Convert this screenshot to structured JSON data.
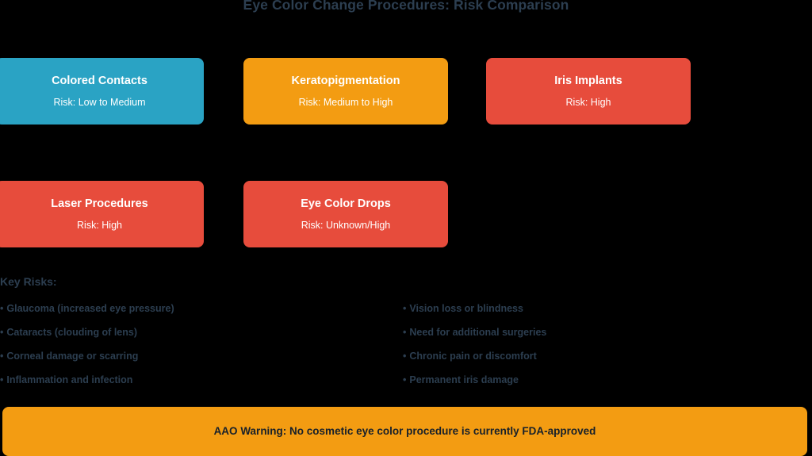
{
  "chart_data": {
    "type": "table",
    "title": "Eye Color Change Procedures: Risk Comparison",
    "categories": [
      "Colored Contacts",
      "Keratopigmentation",
      "Iris Implants",
      "Laser Procedures",
      "Eye Color Drops"
    ],
    "values": [
      "Risk: Low to Medium",
      "Risk: Medium to High",
      "Risk: High",
      "Risk: High",
      "Risk: Unknown/High"
    ],
    "legend": [
      {
        "label": "Low to Medium",
        "color": "#2aa3c4"
      },
      {
        "label": "Medium to High",
        "color": "#f39c12"
      },
      {
        "label": "High",
        "color": "#e74c3c"
      }
    ],
    "xlabel": "",
    "ylabel": "",
    "grid": false
  },
  "title": "Eye Color Change Procedures: Risk Comparison",
  "colors": {
    "background": "#000000",
    "title_text": "#2c3e50",
    "teal": "#2aa3c4",
    "orange": "#f39c12",
    "red": "#e74c3c",
    "card_text": "#ffffff",
    "risk_text": "#2c3e50",
    "banner_text": "#17202a"
  },
  "cards": [
    {
      "name": "Colored Contacts",
      "risk": "Risk: Low to Medium",
      "color": "#2aa3c4"
    },
    {
      "name": "Keratopigmentation",
      "risk": "Risk: Medium to High",
      "color": "#f39c12"
    },
    {
      "name": "Iris Implants",
      "risk": "Risk: High",
      "color": "#e74c3c"
    },
    {
      "name": "Laser Procedures",
      "risk": "Risk: High",
      "color": "#e74c3c"
    },
    {
      "name": "Eye Color Drops",
      "risk": "Risk: Unknown/High",
      "color": "#e74c3c"
    }
  ],
  "key_risks": {
    "heading": "Key Risks:",
    "bullet": "•",
    "left_column": [
      "Glaucoma (increased eye pressure)",
      "Cataracts (clouding of lens)",
      "Corneal damage or scarring",
      "Inflammation and infection"
    ],
    "right_column": [
      "Vision loss or blindness",
      "Need for additional surgeries",
      "Chronic pain or discomfort",
      "Permanent iris damage"
    ]
  },
  "banner": {
    "text": "AAO Warning: No cosmetic eye color procedure is currently FDA-approved"
  }
}
